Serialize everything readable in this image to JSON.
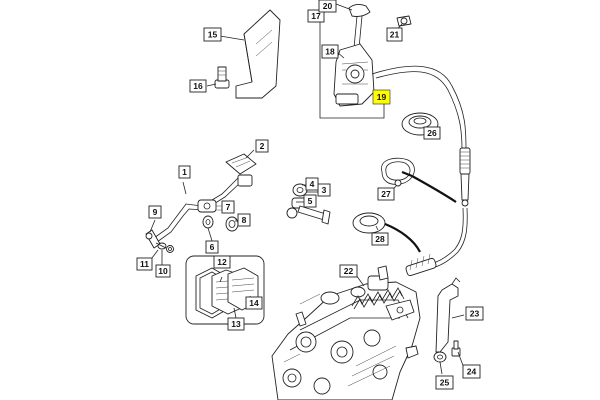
{
  "callouts": [
    {
      "id": "c1",
      "text": "1",
      "highlighted": false
    },
    {
      "id": "c2",
      "text": "2",
      "highlighted": false
    },
    {
      "id": "c3",
      "text": "3",
      "highlighted": false
    },
    {
      "id": "c4",
      "text": "4",
      "highlighted": false
    },
    {
      "id": "c5",
      "text": "5",
      "highlighted": false
    },
    {
      "id": "c6",
      "text": "6",
      "highlighted": false
    },
    {
      "id": "c7",
      "text": "7",
      "highlighted": false
    },
    {
      "id": "c8",
      "text": "8",
      "highlighted": false
    },
    {
      "id": "c9",
      "text": "9",
      "highlighted": false
    },
    {
      "id": "c10",
      "text": "10",
      "highlighted": false
    },
    {
      "id": "c11",
      "text": "11",
      "highlighted": false
    },
    {
      "id": "c12",
      "text": "12",
      "highlighted": false
    },
    {
      "id": "c13",
      "text": "13",
      "highlighted": false
    },
    {
      "id": "c14",
      "text": "14",
      "highlighted": false
    },
    {
      "id": "c15",
      "text": "15",
      "highlighted": false
    },
    {
      "id": "c16",
      "text": "16",
      "highlighted": false
    },
    {
      "id": "c17",
      "text": "17",
      "highlighted": false
    },
    {
      "id": "c18",
      "text": "18",
      "highlighted": false
    },
    {
      "id": "c19",
      "text": "19",
      "highlighted": true
    },
    {
      "id": "c20",
      "text": "20",
      "highlighted": false
    },
    {
      "id": "c21",
      "text": "21",
      "highlighted": false
    },
    {
      "id": "c22",
      "text": "22",
      "highlighted": false
    },
    {
      "id": "c23",
      "text": "23",
      "highlighted": false
    },
    {
      "id": "c24",
      "text": "24",
      "highlighted": false
    },
    {
      "id": "c25",
      "text": "25",
      "highlighted": false
    },
    {
      "id": "c26",
      "text": "26",
      "highlighted": false
    },
    {
      "id": "c27",
      "text": "27",
      "highlighted": false
    },
    {
      "id": "c28",
      "text": "28",
      "highlighted": false
    }
  ],
  "colors": {
    "highlight": "#ffff00",
    "line": "#222222",
    "callout_border": "#222222"
  }
}
